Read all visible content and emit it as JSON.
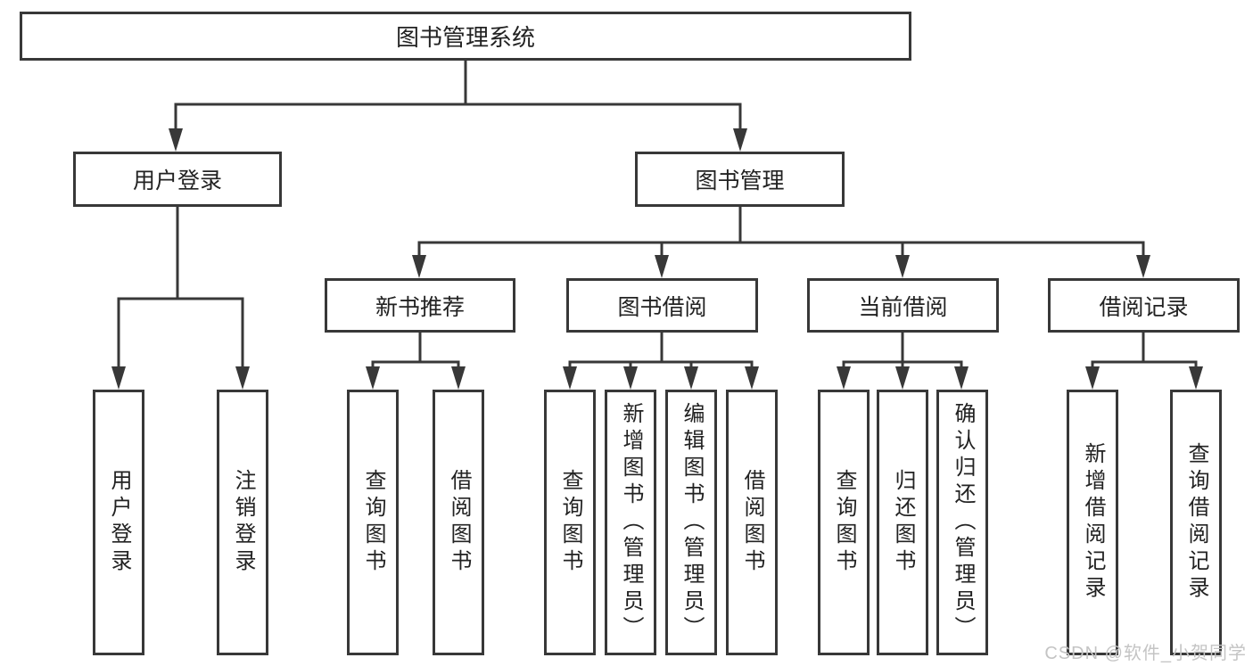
{
  "diagram_title": "图书管理系统",
  "tree": {
    "root": {
      "label": "图书管理系统"
    },
    "branches": [
      {
        "label": "用户登录",
        "children": [
          {
            "label": "用户登录"
          },
          {
            "label": "注销登录"
          }
        ]
      },
      {
        "label": "图书管理",
        "children": [
          {
            "label": "新书推荐",
            "children": [
              {
                "label": "查询图书"
              },
              {
                "label": "借阅图书"
              }
            ]
          },
          {
            "label": "图书借阅",
            "children": [
              {
                "label": "查询图书"
              },
              {
                "label": "新增图书（管理员）"
              },
              {
                "label": "编辑图书（管理员）"
              },
              {
                "label": "借阅图书"
              }
            ]
          },
          {
            "label": "当前借阅",
            "children": [
              {
                "label": "查询图书"
              },
              {
                "label": "归还图书"
              },
              {
                "label": "确认归还（管理员）"
              }
            ]
          },
          {
            "label": "借阅记录",
            "children": [
              {
                "label": "新增借阅记录"
              },
              {
                "label": "查询借阅记录"
              }
            ]
          }
        ]
      }
    ]
  },
  "watermark": "CSDN @软件_小贺同学",
  "colors": {
    "line": "#383838",
    "box_border": "#383838",
    "text": "#222222",
    "watermark": "#c4c4c4",
    "background": "#ffffff"
  }
}
